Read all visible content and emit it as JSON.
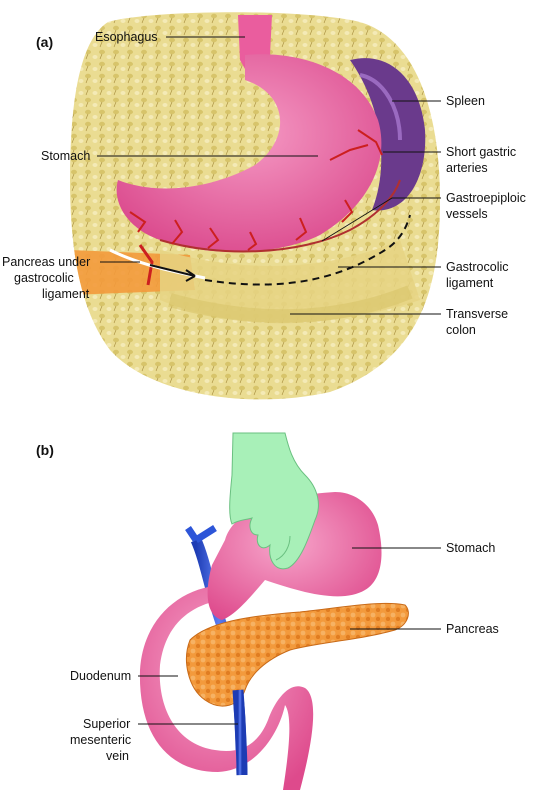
{
  "panels": {
    "a": {
      "tag": "(a)",
      "labels": {
        "esophagus": "Esophagus",
        "stomach": "Stomach",
        "spleen": "Spleen",
        "short_gastric_1": "Short gastric",
        "short_gastric_2": "arteries",
        "gastroepiploic_1": "Gastroepiploic",
        "gastroepiploic_2": "vessels",
        "pancreas_under_1": "Pancreas under",
        "pancreas_under_2": "gastrocolic",
        "pancreas_under_3": "ligament",
        "gastrocolic_1": "Gastrocolic",
        "gastrocolic_2": "ligament",
        "transverse_1": "Transverse",
        "transverse_2": "colon"
      }
    },
    "b": {
      "tag": "(b)",
      "labels": {
        "stomach": "Stomach",
        "pancreas": "Pancreas",
        "duodenum": "Duodenum",
        "smv_1": "Superior",
        "smv_2": "mesenteric",
        "smv_3": "vein"
      }
    }
  },
  "colors": {
    "stomach": "#e9559a",
    "omentum": "#e8d98a",
    "spleen": "#6a3a8c",
    "pancreas": "#f0923a",
    "vessel_red": "#cc1f1f",
    "vein_blue": "#2d55d8",
    "glove": "#a8f0b8"
  }
}
